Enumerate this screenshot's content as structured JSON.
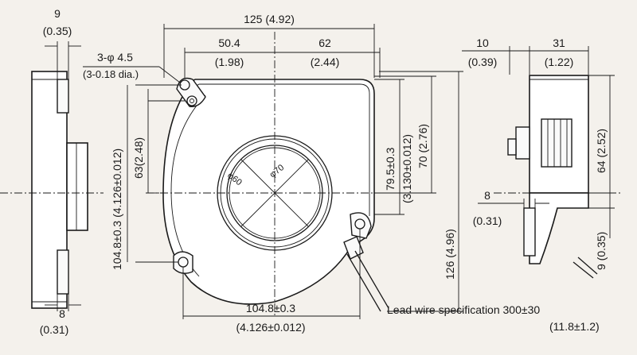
{
  "left_view": {
    "top_dim": "9",
    "top_dim_in": "(0.35)",
    "bottom_dim": "8",
    "bottom_dim_in": "(0.31)"
  },
  "front_view": {
    "overall_width": "125 (4.92)",
    "left_offset": "50.4",
    "left_offset_in": "(1.98)",
    "right_offset": "62",
    "right_offset_in": "(2.44)",
    "hole_spec": "3-φ 4.5",
    "hole_spec_in": "(3-0.18 dia.)",
    "hole_spacing_v": "104.8±0.3 (4.126±0.012)",
    "inner_height": "63(2.48)",
    "outlet_height": "79.5±0.3",
    "outlet_height_in": "(3.130±0.012)",
    "outlet_total": "70 (2.76)",
    "overall_height": "126 (4.96)",
    "inner_diameter": "φ60",
    "outer_diameter": "φ70",
    "hole_spacing_h": "104.8±0.3",
    "hole_spacing_h_in": "(4.126±0.012)",
    "lead_wire": "Lead wire specification  300±30",
    "lead_wire_in": "(11.8±1.2)"
  },
  "right_view": {
    "depth_offset": "10",
    "depth_offset_in": "(0.39)",
    "depth": "31",
    "depth_in": "(1.22)",
    "outlet_height": "64 (2.52)",
    "wire_offset": "8",
    "wire_offset_in": "(0.31)",
    "wire_gap": "9 (0.35)"
  }
}
